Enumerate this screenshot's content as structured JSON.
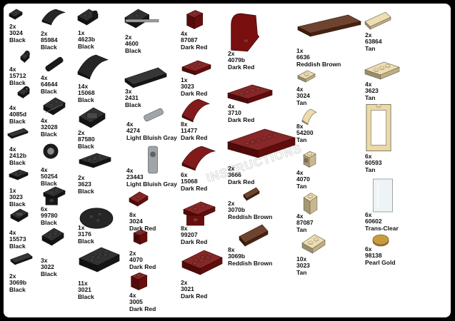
{
  "colors": {
    "Black": "#1b1b1b",
    "Dark Red": "#7a0f0f",
    "Reddish Brown": "#5a2a14",
    "Tan": "#ecd9a8",
    "Light Bluish Gray": "#a0a5a9",
    "Trans-Clear": "#eef3f6",
    "Pearl Gold": "#c99a3e"
  },
  "watermark": "INSTRUCTIONS",
  "parts": [
    {
      "qty": "2x",
      "id": "3024",
      "color": "Black",
      "shape": "plate-1x1"
    },
    {
      "qty": "4x",
      "id": "15712",
      "color": "Black",
      "shape": "clip-plate"
    },
    {
      "qty": "4x",
      "id": "4085d",
      "color": "Black",
      "shape": "clip-plate"
    },
    {
      "qty": "4x",
      "id": "2412b",
      "color": "Black",
      "shape": "grille-tile"
    },
    {
      "qty": "1x",
      "id": "3023",
      "color": "Black",
      "shape": "plate-1x2"
    },
    {
      "qty": "4x",
      "id": "15573",
      "color": "Black",
      "shape": "jumper-plate"
    },
    {
      "qty": "2x",
      "id": "3069b",
      "color": "Black",
      "shape": "tile-1x2"
    },
    {
      "qty": "2x",
      "id": "85984",
      "color": "Black",
      "shape": "slope-1x2"
    },
    {
      "qty": "4x",
      "id": "64644",
      "color": "Black",
      "shape": "telescope"
    },
    {
      "qty": "4x",
      "id": "32028",
      "color": "Black",
      "shape": "door-rail"
    },
    {
      "qty": "4x",
      "id": "50254",
      "color": "Black",
      "shape": "wheel-hub"
    },
    {
      "qty": "6x",
      "id": "99780",
      "color": "Black",
      "shape": "bracket"
    },
    {
      "qty": "3x",
      "id": "3022",
      "color": "Black",
      "shape": "plate-2x2"
    },
    {
      "qty": "1x",
      "id": "4623b",
      "color": "Black",
      "shape": "plate-handle"
    },
    {
      "qty": "14x",
      "id": "15068",
      "color": "Black",
      "shape": "curved-slope"
    },
    {
      "qty": "2x",
      "id": "87580",
      "color": "Black",
      "shape": "jumper-2x2"
    },
    {
      "qty": "2x",
      "id": "3623",
      "color": "Black",
      "shape": "plate-1x3"
    },
    {
      "qty": "1x",
      "id": "3176",
      "color": "Black",
      "shape": "round-plate"
    },
    {
      "qty": "11x",
      "id": "3021",
      "color": "Black",
      "shape": "plate-2x3"
    },
    {
      "qty": "2x",
      "id": "4600",
      "color": "Black",
      "shape": "wheel-holder"
    },
    {
      "qty": "3x",
      "id": "2431",
      "color": "Black",
      "shape": "tile-1x4"
    },
    {
      "qty": "4x",
      "id": "4274",
      "color": "Light Bluish Gray",
      "shape": "pin"
    },
    {
      "qty": "4x",
      "id": "23443",
      "color": "Light Bluish Gray",
      "shape": "bar-holder"
    },
    {
      "qty": "8x",
      "id": "3024",
      "color": "Dark Red",
      "shape": "plate-1x1"
    },
    {
      "qty": "2x",
      "id": "4070",
      "color": "Dark Red",
      "shape": "headlight"
    },
    {
      "qty": "4x",
      "id": "3005",
      "color": "Dark Red",
      "shape": "brick-1x1"
    },
    {
      "qty": "4x",
      "id": "87087",
      "color": "Dark Red",
      "shape": "brick-1x1"
    },
    {
      "qty": "1x",
      "id": "3023",
      "color": "Dark Red",
      "shape": "plate-1x2"
    },
    {
      "qty": "8x",
      "id": "11477",
      "color": "Dark Red",
      "shape": "curved-slope-small"
    },
    {
      "qty": "6x",
      "id": "15068",
      "color": "Dark Red",
      "shape": "curved-slope"
    },
    {
      "qty": "8x",
      "id": "99207",
      "color": "Dark Red",
      "shape": "bracket-2x2"
    },
    {
      "qty": "2x",
      "id": "3021",
      "color": "Dark Red",
      "shape": "plate-2x3"
    },
    {
      "qty": "2x",
      "id": "4079b",
      "color": "Dark Red",
      "shape": "seat"
    },
    {
      "qty": "4x",
      "id": "3710",
      "color": "Dark Red",
      "shape": "plate-1x4"
    },
    {
      "qty": "2x",
      "id": "3666",
      "color": "Dark Red",
      "shape": "plate-1x6"
    },
    {
      "qty": "2x",
      "id": "3070b",
      "color": "Reddish Brown",
      "shape": "tile-1x1"
    },
    {
      "qty": "8x",
      "id": "3069b",
      "color": "Reddish Brown",
      "shape": "tile-1x2"
    },
    {
      "qty": "1x",
      "id": "6636",
      "color": "Reddish Brown",
      "shape": "tile-1x6"
    },
    {
      "qty": "4x",
      "id": "3024",
      "color": "Tan",
      "shape": "plate-1x1"
    },
    {
      "qty": "8x",
      "id": "54200",
      "color": "Tan",
      "shape": "cheese-slope"
    },
    {
      "qty": "4x",
      "id": "4070",
      "color": "Tan",
      "shape": "headlight"
    },
    {
      "qty": "4x",
      "id": "87087",
      "color": "Tan",
      "shape": "brick-1x1"
    },
    {
      "qty": "10x",
      "id": "3023",
      "color": "Tan",
      "shape": "plate-1x2"
    },
    {
      "qty": "2x",
      "id": "63864",
      "color": "Tan",
      "shape": "tile-1x3"
    },
    {
      "qty": "4x",
      "id": "3623",
      "color": "Tan",
      "shape": "plate-1x3"
    },
    {
      "qty": "6x",
      "id": "60593",
      "color": "Tan",
      "shape": "window-frame"
    },
    {
      "qty": "6x",
      "id": "60602",
      "color": "Trans-Clear",
      "shape": "glass"
    },
    {
      "qty": "6x",
      "id": "98138",
      "color": "Pearl Gold",
      "shape": "round-tile"
    }
  ]
}
